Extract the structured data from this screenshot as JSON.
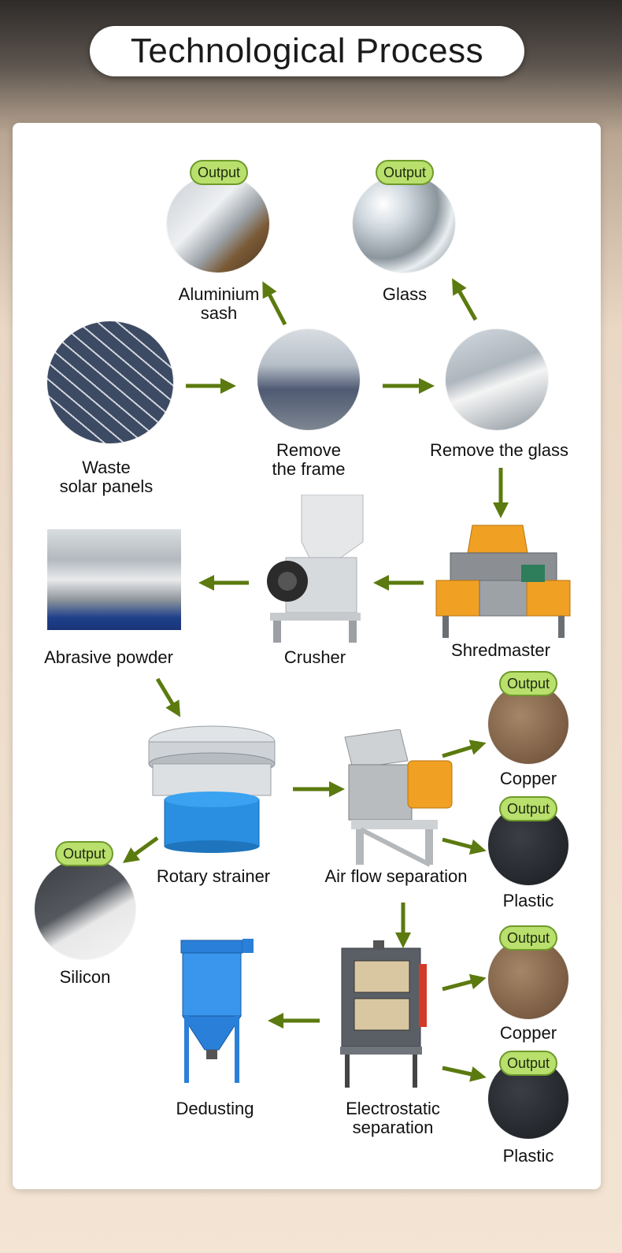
{
  "header": {
    "title": "Technological Process"
  },
  "output_badge": "Output",
  "nodes": {
    "waste_panels": "Waste\nsolar panels",
    "remove_frame": "Remove\nthe frame",
    "remove_glass": "Remove the glass",
    "aluminium": "Aluminium\nsash",
    "glass": "Glass",
    "shredmaster": "Shredmaster",
    "crusher": "Crusher",
    "abrasive": "Abrasive powder",
    "rotary": "Rotary strainer",
    "air_flow": "Air flow separation",
    "copper1": "Copper",
    "plastic1": "Plastic",
    "silicon": "Silicon",
    "dedusting": "Dedusting",
    "electrostatic": "Electrostatic\nseparation",
    "copper2": "Copper",
    "plastic2": "Plastic"
  },
  "colors": {
    "arrow": "#5b7a0f",
    "badge_fill": "#b9df6c",
    "badge_border": "#6f9a2b",
    "machine_orange": "#f0a023",
    "machine_blue": "#2a8fe0",
    "copper": "#8a6a4e",
    "plastic": "#23262b"
  }
}
